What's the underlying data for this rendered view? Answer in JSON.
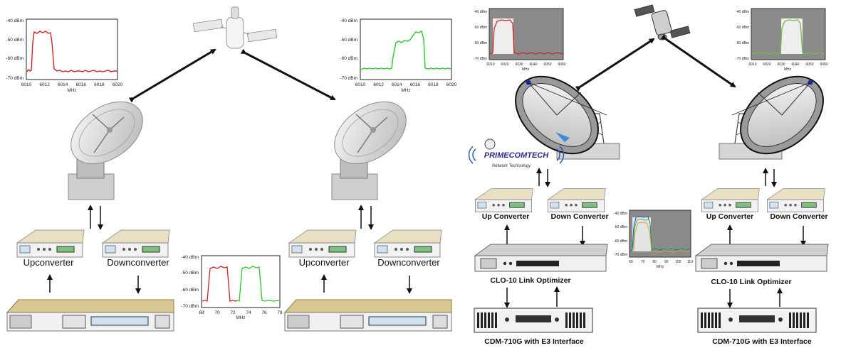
{
  "left_diagram": {
    "labels": {
      "upconverter_a": "Upconverter",
      "downconverter_a": "Downconverter",
      "upconverter_b": "Upconverter",
      "downconverter_b": "Downconverter"
    },
    "spectrum_left": {
      "y_ticks": [
        "-40 dBm",
        "-50 dBm",
        "-60 dBm",
        "-70 dBm"
      ],
      "x_ticks": [
        "6010",
        "6012",
        "6014",
        "6016",
        "6018",
        "6020"
      ],
      "x_unit": "MHz",
      "trace_color": "#d42020"
    },
    "spectrum_right": {
      "y_ticks": [
        "-40 dBm",
        "-50 dBm",
        "-60 dBm",
        "-70 dBm"
      ],
      "x_ticks": [
        "6010",
        "6012",
        "6014",
        "6016",
        "6018",
        "6020"
      ],
      "x_unit": "MHz",
      "trace_color": "#22cc22"
    },
    "spectrum_center": {
      "y_ticks": [
        "-40 dBm",
        "-50 dBm",
        "-60 dBm",
        "-70 dBm"
      ],
      "x_ticks": [
        "68",
        "70",
        "72",
        "74",
        "76",
        "78"
      ],
      "x_unit": "MHz",
      "trace_colors": [
        "#d42020",
        "#22cc22"
      ]
    }
  },
  "right_diagram": {
    "brand": "PRIMECOMTECH",
    "tagline": "Network Technology",
    "labels": {
      "up_converter_a": "Up Converter",
      "down_converter_a": "Down Converter",
      "up_converter_b": "Up Converter",
      "down_converter_b": "Down Converter",
      "optimizer_a": "CLO-10 Link Optimizer",
      "optimizer_b": "CLO-10 Link Optimizer",
      "modem_a": "CDM-710G with E3 Interface",
      "modem_b": "CDM-710G with E3 Interface"
    },
    "spectrum_left": {
      "y_ticks": [
        "-40 dBm",
        "-50 dBm",
        "-60 dBm",
        "-70 dBm"
      ],
      "x_ticks": [
        "6010",
        "6020",
        "6030",
        "6040",
        "6050",
        "6060"
      ],
      "x_unit": "MHz"
    },
    "spectrum_right": {
      "y_ticks": [
        "-40 dBm",
        "-50 dBm",
        "-60 dBm",
        "-70 dBm"
      ],
      "x_ticks": [
        "6010",
        "6020",
        "6030",
        "6040",
        "6050",
        "6060"
      ],
      "x_unit": "MHz"
    },
    "spectrum_center": {
      "y_ticks": [
        "-40 dBm",
        "-50 dBm",
        "-60 dBm",
        "-70 dBm"
      ],
      "x_ticks": [
        "60",
        "70",
        "80",
        "90",
        "100",
        "110"
      ],
      "x_unit": "MHz"
    }
  },
  "colors": {
    "arrow": "#111111",
    "plot_gray": "#8a8a8a",
    "dish": "#dcdcdc",
    "rack": "#e7dcc0"
  }
}
